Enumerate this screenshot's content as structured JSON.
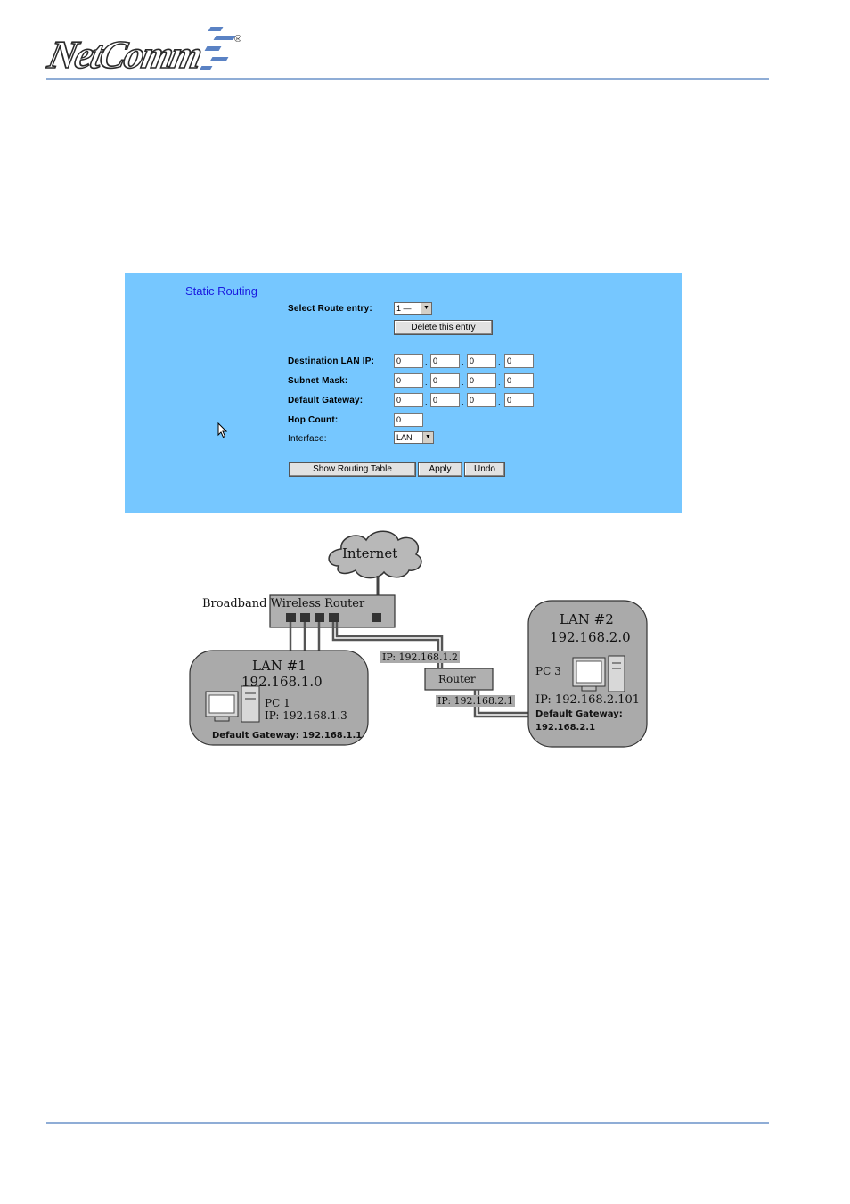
{
  "header": {
    "logo_text": "NetComm",
    "logo_mark": "®"
  },
  "panel": {
    "title": "Static Routing",
    "select_route_label": "Select Route entry:",
    "select_route_value": "1 —",
    "delete_button": "Delete this entry",
    "destination_label": "Destination LAN IP:",
    "destination_ip": [
      "0",
      "0",
      "0",
      "0"
    ],
    "subnet_label": "Subnet Mask:",
    "subnet_mask": [
      "0",
      "0",
      "0",
      "0"
    ],
    "gateway_label": "Default Gateway:",
    "gateway_ip": [
      "0",
      "0",
      "0",
      "0"
    ],
    "hop_label": "Hop Count:",
    "hop_value": "0",
    "interface_label": "Interface:",
    "interface_value": "LAN",
    "show_table_button": "Show Routing Table",
    "apply_button": "Apply",
    "undo_button": "Undo"
  },
  "diagram": {
    "internet": "Internet",
    "broadband_router": "Broadband Wireless Router",
    "lan1_title": "LAN #1",
    "lan1_net": "192.168.1.0",
    "pc1_name": "PC 1",
    "pc1_ip": "IP: 192.168.1.3",
    "lan1_gateway": "Default Gateway: 192.168.1.1",
    "link1_ip": "IP: 192.168.1.2",
    "router": "Router",
    "link2_ip": "IP: 192.168.2.1",
    "lan2_title": "LAN #2",
    "lan2_net": "192.168.2.0",
    "pc3_name": "PC 3",
    "pc3_ip": "IP: 192.168.2.101",
    "lan2_gateway_label": "Default Gateway:",
    "lan2_gateway_value": "192.168.2.1"
  },
  "colors": {
    "panel_bg": "#76c7ff",
    "title_blue": "#1a1adf",
    "rule": "#8fadd6",
    "diagram_gray": "#aaaaaa"
  }
}
